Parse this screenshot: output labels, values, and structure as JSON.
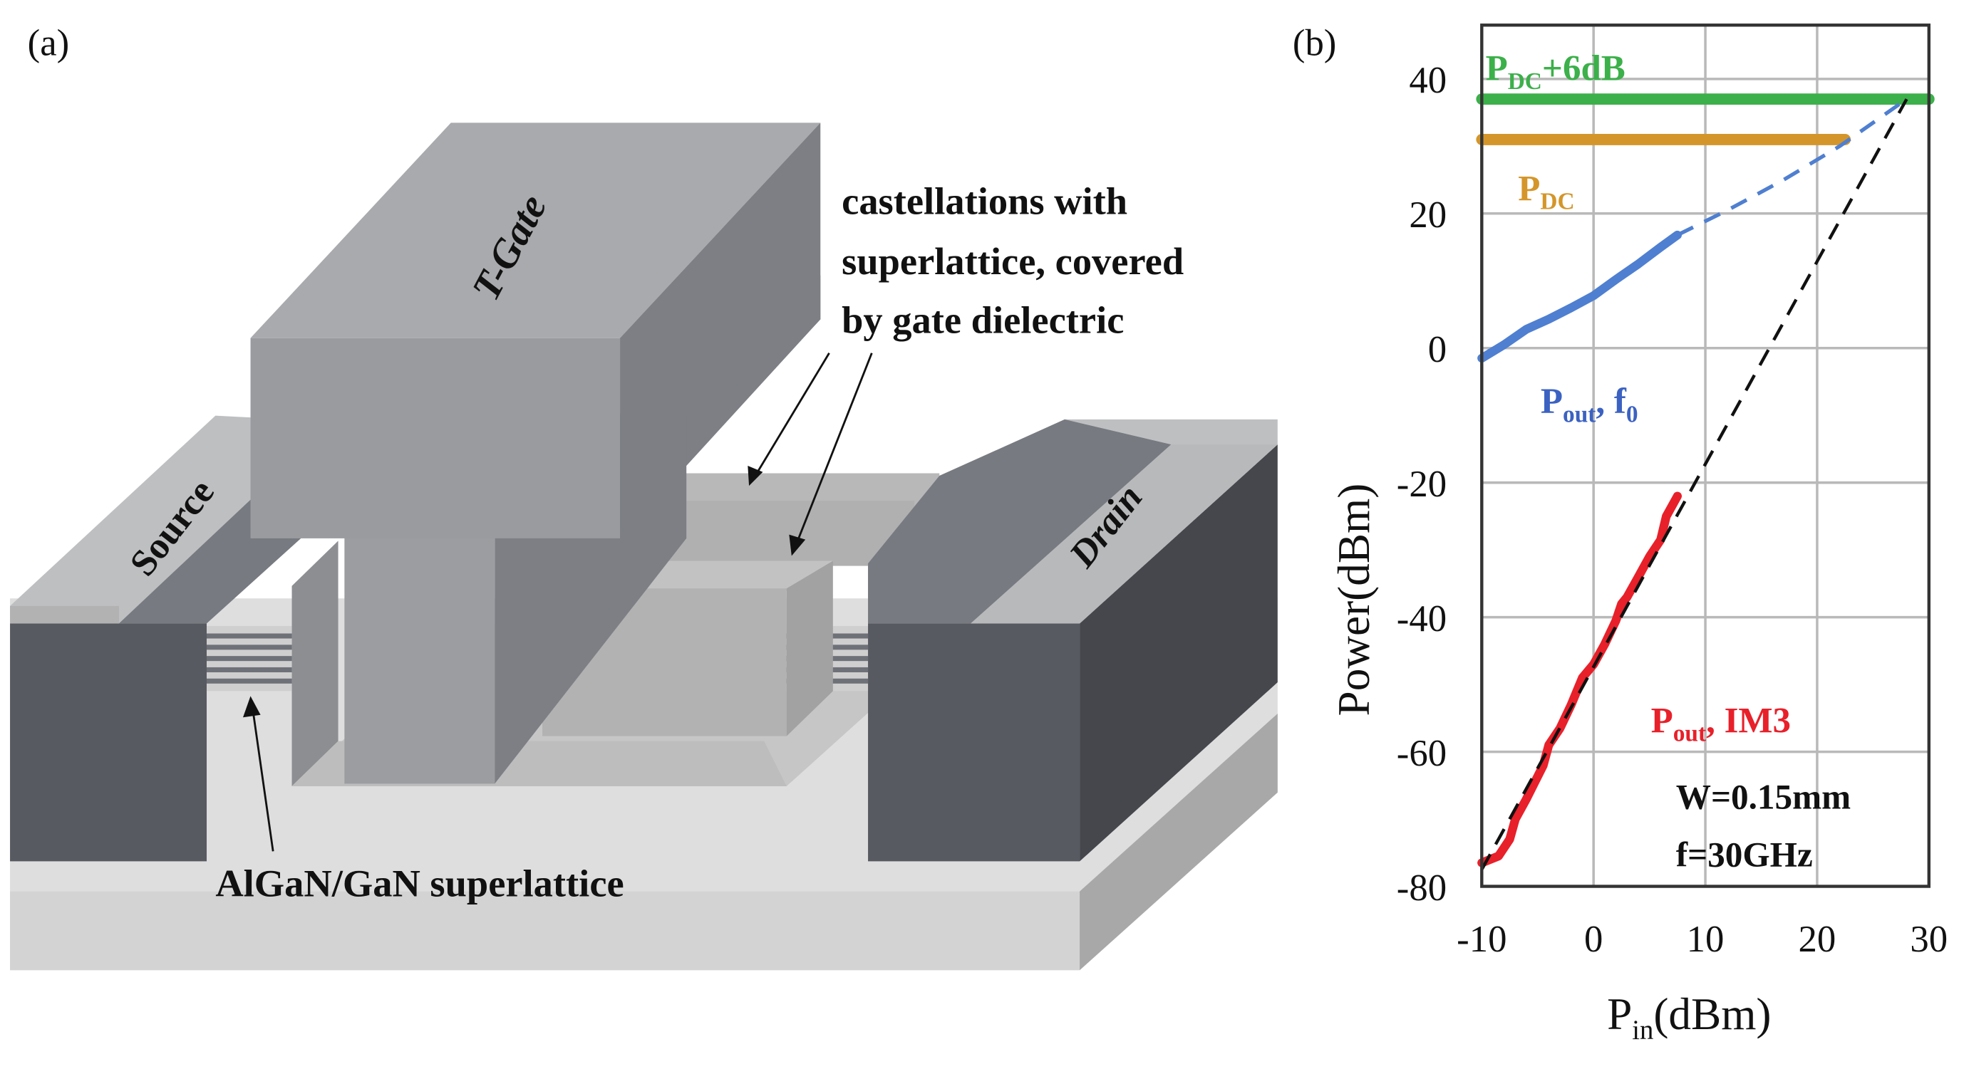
{
  "panel_a": {
    "label": "(a)",
    "labels": {
      "t_gate": "T-Gate",
      "source": "Source",
      "drain": "Drain",
      "castellations_line1": "castellations with",
      "castellations_line2": "superlattice, covered",
      "castellations_line3": "by gate dielectric",
      "superlattice": "AlGaN/GaN superlattice"
    }
  },
  "panel_b": {
    "label": "(b)"
  },
  "chart_data": {
    "type": "line",
    "title": "",
    "xlabel_main": "P",
    "xlabel_sub": "in",
    "xlabel_rest": "(dBm)",
    "ylabel": "Power(dBm)",
    "xlim": [
      -10,
      30
    ],
    "ylim": [
      -80,
      48
    ],
    "xticks": [
      -10,
      0,
      10,
      20,
      30
    ],
    "yticks": [
      -80,
      -60,
      -40,
      -20,
      0,
      20,
      40
    ],
    "grid": true,
    "colors": {
      "pdc6": "#3cb04a",
      "pdc": "#d4962a",
      "f0": "#4f7fd0",
      "im3": "#e8202a",
      "ref": "#111111",
      "grid": "#b9b9b9"
    },
    "series": [
      {
        "name": "PDC+6dB",
        "label_main": "P",
        "label_sub": "DC",
        "label_rest": "+6dB",
        "style": "hline",
        "x": [
          -10,
          30
        ],
        "y": [
          37,
          37
        ]
      },
      {
        "name": "PDC",
        "label_main": "P",
        "label_sub": "DC",
        "label_rest": "",
        "style": "hline",
        "x": [
          -10,
          22.5
        ],
        "y": [
          31,
          31
        ]
      },
      {
        "name": "Pout, f0 (measured)",
        "label_main": "P",
        "label_sub": "out",
        "label_rest": ", f",
        "label_sub2": "0",
        "style": "solid",
        "x": [
          -10,
          -8,
          -6,
          -4,
          -2,
          0,
          2,
          4,
          6,
          7.5
        ],
        "y": [
          -1.5,
          0.5,
          2.8,
          4.3,
          6,
          7.8,
          10.2,
          12.5,
          15,
          16.8
        ]
      },
      {
        "name": "Pout, f0 (extrapolated)",
        "style": "dashed",
        "x": [
          7.5,
          12,
          17,
          22,
          28
        ],
        "y": [
          16.8,
          20.5,
          25,
          30,
          37
        ]
      },
      {
        "name": "Pout, IM3",
        "label_main": "P",
        "label_sub": "out",
        "label_rest": ", IM3",
        "style": "solid",
        "x": [
          -10,
          -8.5,
          -7.5,
          -7,
          -6,
          -4.5,
          -4,
          -3,
          -2,
          -1,
          0,
          1,
          2,
          2.5,
          3,
          4,
          5,
          6,
          6.5,
          7.5
        ],
        "y": [
          -76.5,
          -75.5,
          -73,
          -70,
          -67,
          -62,
          -59,
          -56.5,
          -53,
          -49,
          -47,
          -44,
          -40.5,
          -38,
          -37,
          -34,
          -31,
          -28.5,
          -25,
          -22
        ]
      },
      {
        "name": "IM3 reference slope",
        "style": "dashed-black",
        "x": [
          -10,
          28
        ],
        "y": [
          -77.5,
          37
        ]
      }
    ],
    "annotations": {
      "width": "W=0.15mm",
      "freq": "f=30GHz"
    }
  }
}
